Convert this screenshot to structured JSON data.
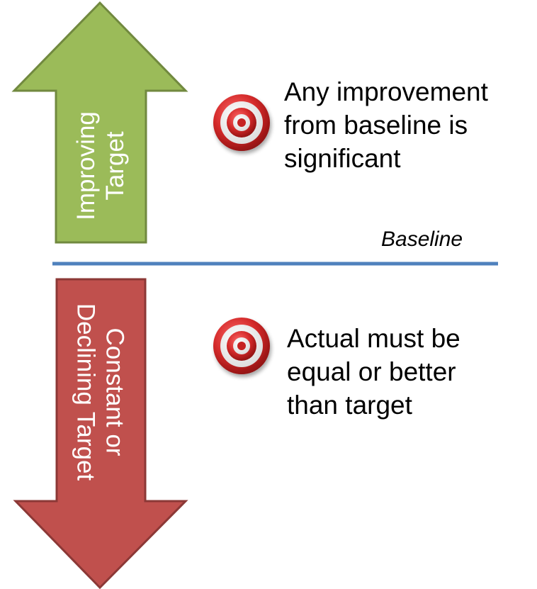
{
  "colors": {
    "up_arrow_fill": "#9bbb59",
    "up_arrow_stroke": "#71893f",
    "down_arrow_fill": "#c0504d",
    "down_arrow_stroke": "#8c3836",
    "baseline_line": "#4f81bd",
    "target_red": "#d42a2a"
  },
  "up_arrow": {
    "line1": "Improving",
    "line2": "Target"
  },
  "down_arrow": {
    "line1": "Constant or",
    "line2": "Declining Target"
  },
  "baseline": {
    "label": "Baseline"
  },
  "top_item": {
    "icon": "target-icon",
    "line1": "Any improvement",
    "line2": "from baseline is",
    "line3": "significant"
  },
  "bottom_item": {
    "icon": "target-icon",
    "line1": "Actual must be",
    "line2": "equal or better",
    "line3": "than target"
  }
}
